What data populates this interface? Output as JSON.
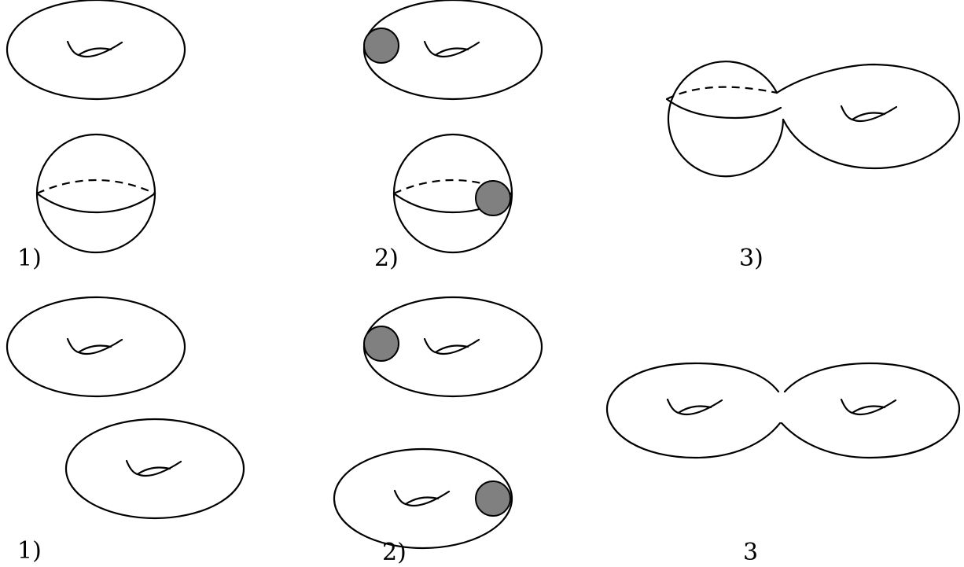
{
  "labels": {
    "row1_step1": "1)",
    "row1_step2": "2)",
    "row1_step3": "3)",
    "row2_step1": "1)",
    "row2_step2": "2)",
    "row2_step3": "3"
  },
  "colors": {
    "outline": "#000000",
    "removed_disk_fill": "#808080",
    "background": "#ffffff"
  }
}
